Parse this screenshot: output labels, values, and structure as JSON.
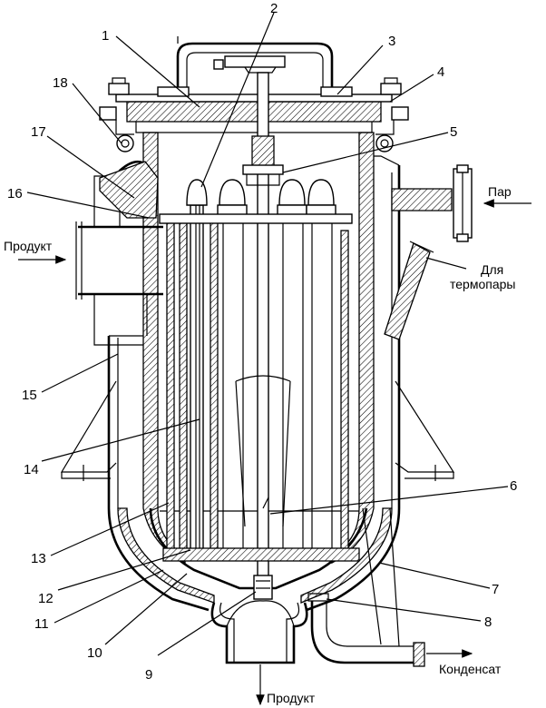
{
  "title": "",
  "callouts": [
    "1",
    "2",
    "3",
    "4",
    "5",
    "6",
    "7",
    "8",
    "9",
    "10",
    "11",
    "12",
    "13",
    "14",
    "15",
    "16",
    "17",
    "18"
  ],
  "flow_labels": {
    "product_in": "Продукт",
    "product_out": "Продукт",
    "steam": "Пар",
    "thermocouple_line1": "Для",
    "thermocouple_line2": "термопары",
    "condensate": "Конденсат"
  }
}
